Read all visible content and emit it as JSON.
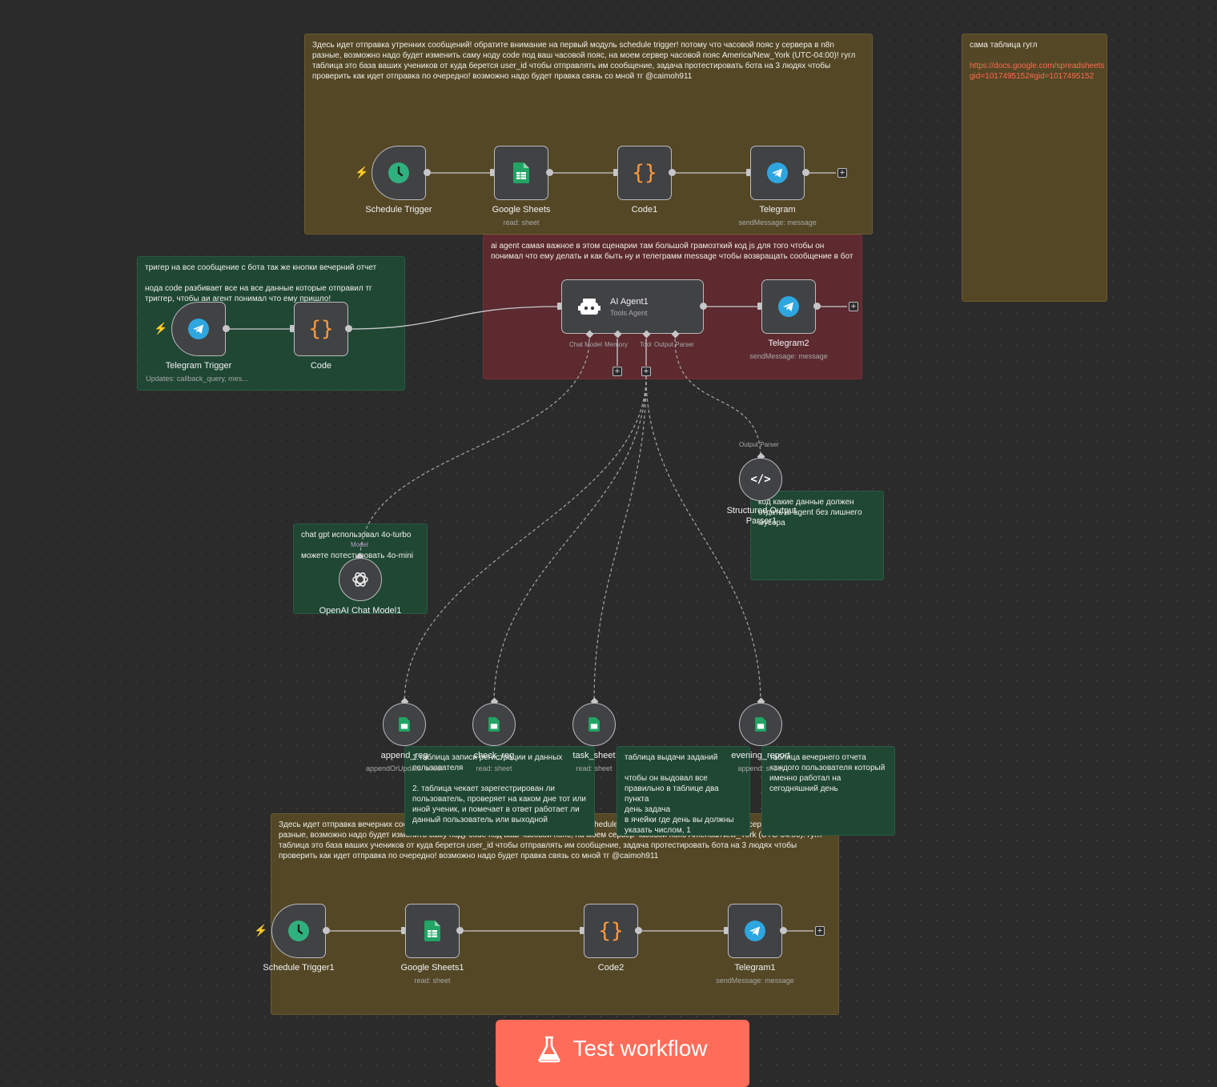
{
  "stickies": {
    "morning": "Здесь идет отправка утренних сообщений! обратите внимание на первый модуль schedule trigger! потому что часовой пояс у сервера в n8n разные, возможно надо будет изменить саму ноду code под ваш часовой пояс, на моем сервер часовой пояс America/New_York (UTC-04:00)! гугл таблица это база ваших учеников от куда берется user_id чтобы отправлять им сообщение, задача протестировать бота на 3 людях чтобы проверить как идет отправка по очередно! возможно надо будет правка связь со мной тг @caimoh911",
    "sheet_title": "сама таблица гугл",
    "sheet_link": "https://docs.google.com/spreadsheets gid=1017495152#gid=1017495152",
    "trigger": "тригер на все сообщение с бота так же кнопки вечерний отчет\n\nнода code разбивает все на все данные которые отправил тг триггер, чтобы аи агент понимал что ему пришло!",
    "agent": "ai agent самая важное в этом сценарии там большой грамозткий код js для того чтобы он понимал что ему делать и как быть ну и телеграмм message чтобы возвращать сообщение в бот",
    "gpt": "chat gpt использовал 4o-turbo\n\nможете потестировать 4o-mini",
    "parser": "код какие данные должен отдать ai agent без лишнего мусора",
    "reg": "1.таблица записи регистрации и данных пользователя\n\n2. таблица чекает зарегестрирован ли пользователь, проверяет на каком дне тот или иной ученик, и помечает в ответ работает ли данный пользователь или выходной",
    "task": "таблица выдачи заданий\n\nчтобы он выдовал все правильно в таблице два пункта\nдень задача\nв ячейки где день вы должны указать числом, 1",
    "report": "таблица вечернего отчета каждого пользователя который именно работал на сегодняшний день",
    "evening": "Здесь идет отправка вечерних сообщений! обратите внимание на первый модуль schedule trigger! потому что часовой пояс у сервера в n8n разные, возможно надо будет изменить саму ноду code под ваш часовой пояс, на моем сервер часовой пояс America/New_York (UTC-04:00)! гугл таблица это база ваших учеников от куда берется user_id чтобы отправлять им сообщение, задача протестировать бота на 3 людях чтобы проверить как идет отправка по очередно! возможно надо будет правка связь со мной тг @caimoh911"
  },
  "nodes": {
    "schedule": {
      "label": "Schedule Trigger"
    },
    "sheets": {
      "label": "Google Sheets",
      "sub": "read: sheet"
    },
    "code1": {
      "label": "Code1"
    },
    "telegram": {
      "label": "Telegram",
      "sub": "sendMessage: message"
    },
    "tg_trigger": {
      "label": "Telegram Trigger",
      "sub": "Updates: callback_query, mes..."
    },
    "code": {
      "label": "Code"
    },
    "agent": {
      "label": "AI Agent1",
      "sub": "Tools Agent"
    },
    "telegram2": {
      "label": "Telegram2",
      "sub": "sendMessage: message"
    },
    "openai": {
      "label": "OpenAI Chat Model1"
    },
    "parser": {
      "label": "Structured Output Parser1"
    },
    "append_reg": {
      "label": "append_reg",
      "sub": "appendOrUpdate: sheet"
    },
    "check_reg": {
      "label": "check_reg",
      "sub": "read: sheet"
    },
    "task_sheet": {
      "label": "task_sheet",
      "sub": "read: sheet"
    },
    "evening_report": {
      "label": "evening_report",
      "sub": "append: sheet"
    },
    "schedule1": {
      "label": "Schedule Trigger1"
    },
    "sheets1": {
      "label": "Google Sheets1",
      "sub": "read: sheet"
    },
    "code2": {
      "label": "Code2"
    },
    "telegram1": {
      "label": "Telegram1",
      "sub": "sendMessage: message"
    }
  },
  "ports": {
    "chat_model": "Chat Model",
    "memory": "Memory",
    "tool": "Tool",
    "output_parser": "Output Parser",
    "model_tag": "Model",
    "parser_tag": "Output Parser"
  },
  "icons": [
    "clock-icon",
    "sheets-icon",
    "code-braces-icon",
    "telegram-icon",
    "robot-icon",
    "openai-icon",
    "code-tag-icon",
    "bolt-icon",
    "flask-icon",
    "plus-icon"
  ],
  "colors": {
    "accent": "#ff6d5a",
    "telegram": "#2ea6e0",
    "schedule": "#31b07f",
    "sheets": "#21a464",
    "code": "#ff9a3c"
  },
  "test_button": {
    "label": "Test workflow"
  }
}
